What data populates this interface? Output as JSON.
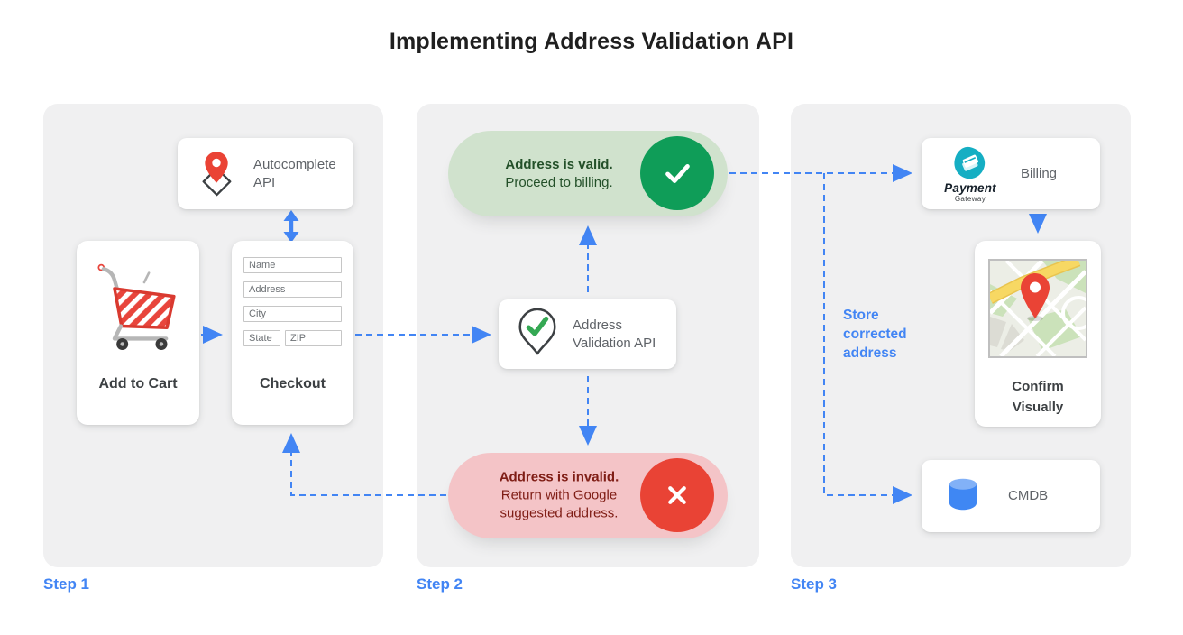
{
  "title": "Implementing Address Validation API",
  "colors": {
    "blue": "#4285f4",
    "panel_bg": "#f0f0f1",
    "card_bg": "#ffffff",
    "ink_dark": "#3c4043",
    "ink_gray": "#5f6368",
    "field_border": "#c6c6c6",
    "green": "#0f9d58",
    "green_pill_bg": "#d0e2cd",
    "green_ink": "#235029",
    "red": "#e94335",
    "red_pill_bg": "#f4c4c7",
    "red_ink": "#7f1d15",
    "teal": "#15aec3"
  },
  "steps": [
    {
      "label": "Step 1"
    },
    {
      "label": "Step 2"
    },
    {
      "label": "Step 3"
    }
  ],
  "step1": {
    "autocomplete_card": {
      "title": "Autocomplete API"
    },
    "add_to_cart": {
      "label": "Add to Cart"
    },
    "checkout": {
      "label": "Checkout",
      "fields": [
        "Name",
        "Address",
        "City",
        "State",
        "ZIP"
      ]
    }
  },
  "step2": {
    "valid_pill": {
      "title": "Address is valid.",
      "subtitle": "Proceed to billing."
    },
    "validation_card": {
      "title": "Address Validation API"
    },
    "invalid_pill": {
      "title": "Address is invalid.",
      "subtitle": "Return with Google suggested address."
    }
  },
  "step3": {
    "billing_card": {
      "label": "Billing",
      "logo_title": "Payment",
      "logo_subtitle": "Gateway"
    },
    "confirm_card": {
      "label": "Confirm Visually"
    },
    "cmdb_card": {
      "label": "CMDB"
    },
    "store_note": "Store corrected address"
  },
  "icons": {
    "autocomplete": "map-pin-on-diamond-icon",
    "add_to_cart": "shopping-cart-icon",
    "validation": "map-pin-check-icon",
    "valid": "check-circle-icon",
    "invalid": "x-circle-icon",
    "billing": "payment-gateway-logo",
    "confirm": "map-thumbnail",
    "cmdb": "database-icon"
  }
}
